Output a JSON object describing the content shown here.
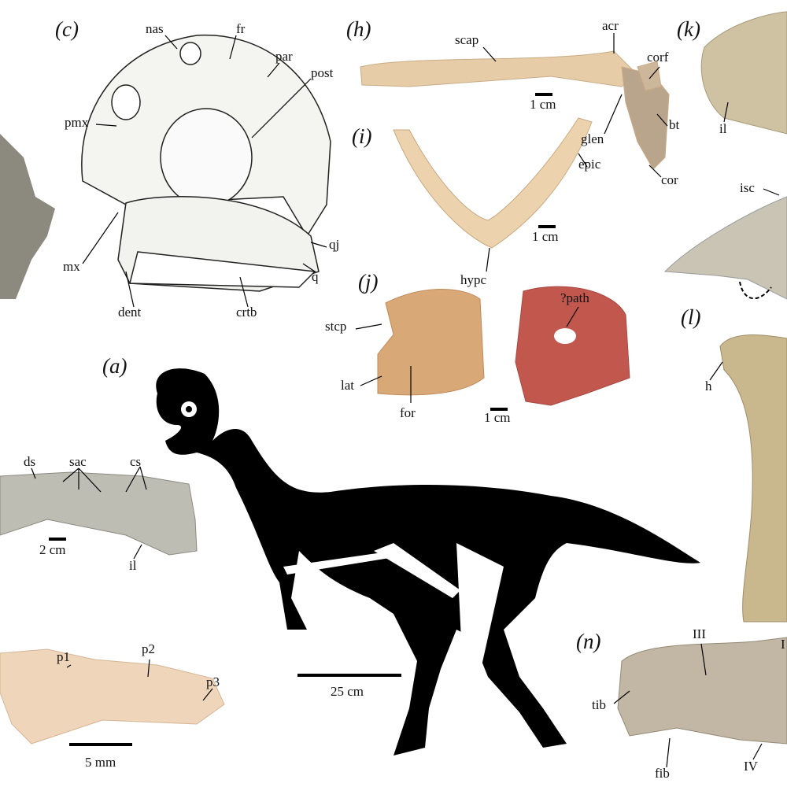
{
  "panels": {
    "a": "(a)",
    "c": "(c)",
    "h": "(h)",
    "i": "(i)",
    "j": "(j)",
    "k": "(k)",
    "l": "(l)",
    "n": "(n)"
  },
  "labels": {
    "c": {
      "nas": "nas",
      "fr": "fr",
      "par": "par",
      "post": "post",
      "pmx": "pmx",
      "mx": "mx",
      "dent": "dent",
      "crtb": "crtb",
      "qj": "qj",
      "q": "q"
    },
    "h": {
      "scap": "scap",
      "acr": "acr",
      "corf": "corf",
      "bt": "bt",
      "glen": "glen",
      "cor": "cor",
      "scale": "1 cm"
    },
    "i": {
      "epic": "epic",
      "hypc": "hypc",
      "scale": "1 cm"
    },
    "j": {
      "path": "?path",
      "stcp": "stcp",
      "lat": "lat",
      "for": "for",
      "scale": "1 cm"
    },
    "k": {
      "il": "il",
      "isc": "isc"
    },
    "l": {
      "h": "h"
    },
    "sacrum": {
      "ds": "ds",
      "sac": "sac",
      "cs": "cs",
      "il": "il",
      "scale": "2 cm"
    },
    "bone": {
      "p1": "p1",
      "p2": "p2",
      "p3": "p3",
      "scale": "5 mm"
    },
    "skeleton": {
      "scale": "25 cm"
    },
    "n": {
      "III": "III",
      "I": "I",
      "tib": "tib",
      "fib": "fib",
      "IV": "IV"
    }
  },
  "colors": {
    "bone": "#e3c9a4",
    "bone_dark": "#b89f85",
    "grey_bone": "#b9b9ae",
    "red_bone": "#c0504a",
    "silhouette": "#000000"
  }
}
